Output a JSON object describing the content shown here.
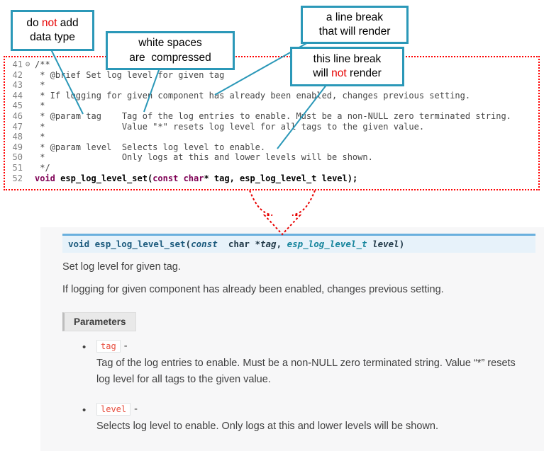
{
  "colors": {
    "callout_border": "#2b98b8",
    "annotation_red": "#ff0000",
    "sig_border_blue": "#6ab0de",
    "sig_bg": "#e7f2fa",
    "param_code_red": "#e74c3c"
  },
  "callouts": {
    "box1": {
      "line1_segments": [
        {
          "t": "do "
        },
        {
          "t": "not",
          "cls": "red"
        },
        {
          "t": " add"
        }
      ],
      "line2": "data type"
    },
    "box2": {
      "line1": "white spaces",
      "line2": "are  compressed"
    },
    "box3": {
      "line1": "a line break",
      "line2": "that will render"
    },
    "box4": {
      "line1": "this line break",
      "line2_segments": [
        {
          "t": "will "
        },
        {
          "t": "not",
          "cls": "red"
        },
        {
          "t": " render"
        }
      ]
    }
  },
  "code": {
    "lines": [
      {
        "num": "41",
        "fold": "⊖",
        "text": "/**"
      },
      {
        "num": "42",
        "text": " * @brief Set log level for given tag"
      },
      {
        "num": "43",
        "text": " *"
      },
      {
        "num": "44",
        "text": " * If logging for given component has already been enabled, changes previous setting."
      },
      {
        "num": "45",
        "text": " *"
      },
      {
        "num": "46",
        "text": " * @param tag    Tag of the log entries to enable. Must be a non-NULL zero terminated string."
      },
      {
        "num": "47",
        "text": " *               Value \"*\" resets log level for all tags to the given value."
      },
      {
        "num": "48",
        "text": " *"
      },
      {
        "num": "49",
        "text": " * @param level  Selects log level to enable."
      },
      {
        "num": "50",
        "text": " *               Only logs at this and lower levels will be shown."
      },
      {
        "num": "51",
        "text": " */"
      },
      {
        "num": "52",
        "segments": [
          {
            "t": "void",
            "cls": "kw"
          },
          {
            "t": " ",
            "cls": "pl"
          },
          {
            "t": "esp_log_level_set",
            "cls": "fn"
          },
          {
            "t": "(",
            "cls": "pl"
          },
          {
            "t": "const",
            "cls": "kw"
          },
          {
            "t": " ",
            "cls": "pl"
          },
          {
            "t": "char",
            "cls": "kw"
          },
          {
            "t": "* tag, esp_log_level_t level);",
            "cls": "pl"
          }
        ]
      }
    ]
  },
  "doc": {
    "signature_segments": [
      {
        "t": "void",
        "cls": "s-kw"
      },
      {
        "t": " ",
        "cls": "s-pl"
      },
      {
        "t": "esp_log_level_set",
        "cls": "s-name"
      },
      {
        "t": "(",
        "cls": "s-pl"
      },
      {
        "t": "const",
        "cls": "s-const"
      },
      {
        "t": "  ",
        "cls": "s-pl"
      },
      {
        "t": "char",
        "cls": "s-type"
      },
      {
        "t": " *",
        "cls": "s-pl"
      },
      {
        "t": "tag",
        "cls": "s-param"
      },
      {
        "t": ", ",
        "cls": "s-pl"
      },
      {
        "t": "esp_log_level_t",
        "cls": "s-link"
      },
      {
        "t": " ",
        "cls": "s-pl"
      },
      {
        "t": "level",
        "cls": "s-param"
      },
      {
        "t": ")",
        "cls": "s-pl"
      }
    ],
    "brief": "Set log level for given tag.",
    "description": "If logging for given component has already been enabled, changes previous setting.",
    "parameters_label": "Parameters",
    "bullet": "•",
    "params": [
      {
        "name": "tag",
        "dash": "-",
        "desc": "Tag of the log entries to enable. Must be a non-NULL zero terminated string. Value “*” resets log level for all tags to the given value."
      },
      {
        "name": "level",
        "dash": "-",
        "desc": "Selects log level to enable. Only logs at this and lower levels will be shown."
      }
    ]
  }
}
